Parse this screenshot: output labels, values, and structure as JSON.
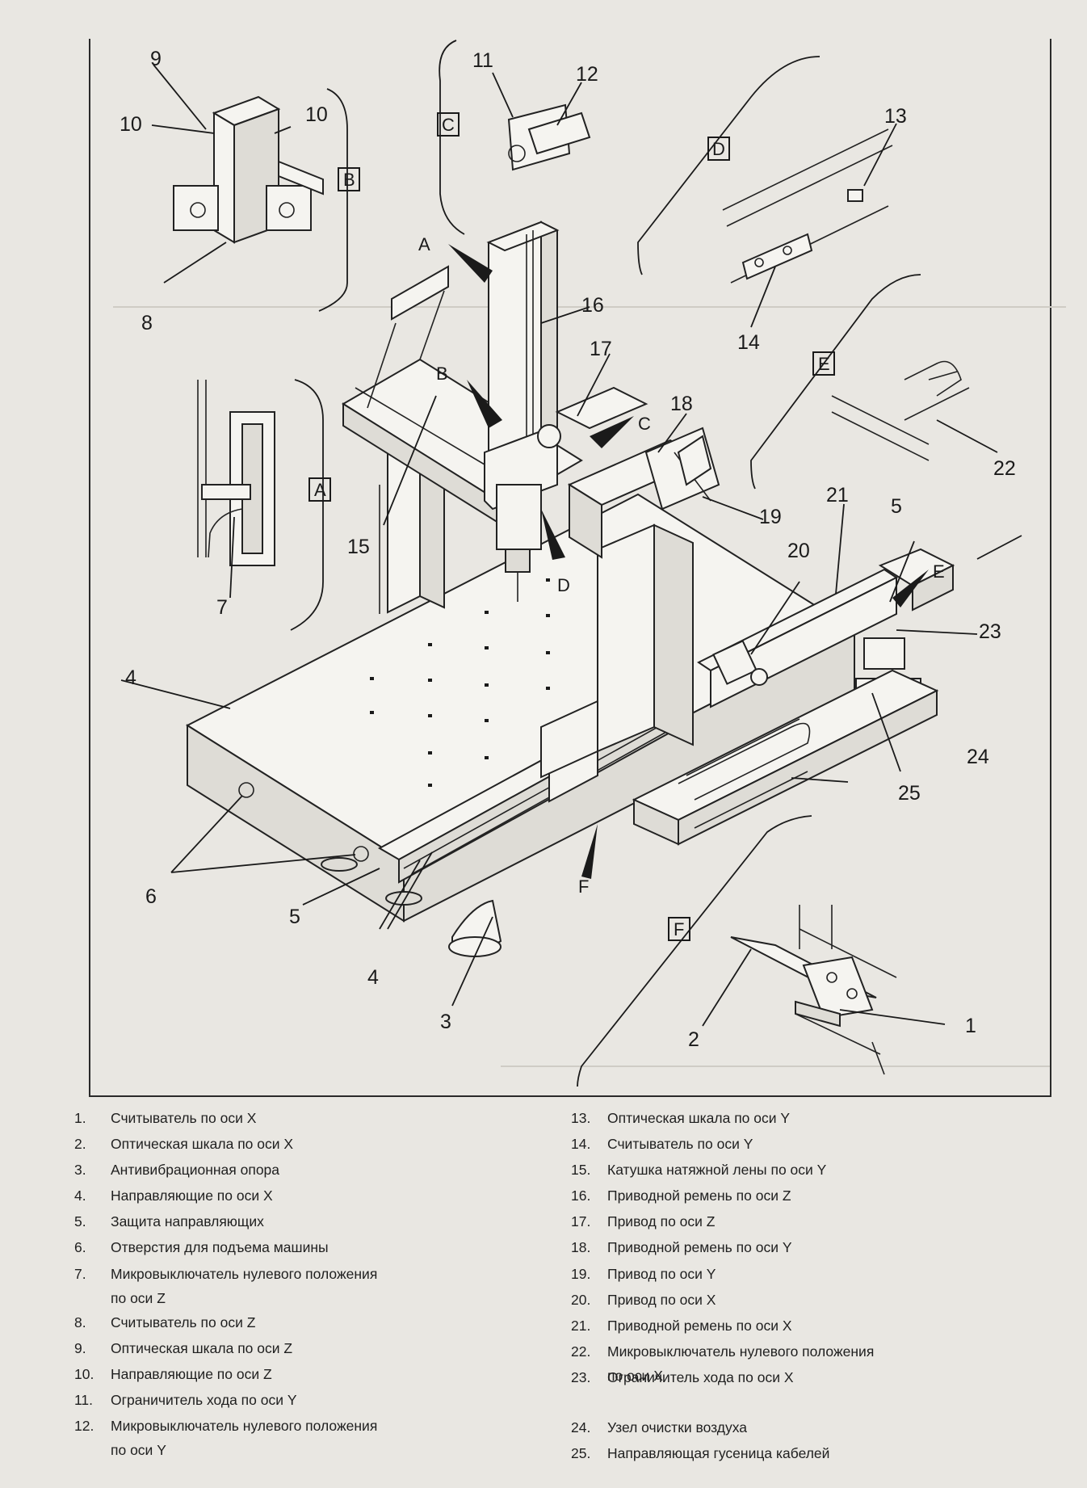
{
  "callouts": [
    "1",
    "2",
    "3",
    "4",
    "4",
    "5",
    "5",
    "6",
    "7",
    "8",
    "9",
    "10",
    "10",
    "11",
    "12",
    "13",
    "14",
    "15",
    "16",
    "17",
    "18",
    "19",
    "20",
    "21",
    "22",
    "23",
    "24",
    "25"
  ],
  "detail_boxes": [
    "A",
    "B",
    "C",
    "D",
    "E",
    "F"
  ],
  "arrow_labels": [
    "A",
    "B",
    "C",
    "D",
    "E",
    "F"
  ],
  "legend_left": [
    {
      "num": "1.",
      "text": "Считыватель по оси X"
    },
    {
      "num": "2.",
      "text": "Оптическая шкала по оси X"
    },
    {
      "num": "3.",
      "text": "Антивибрационная опора"
    },
    {
      "num": "4.",
      "text": "Направляющие по оси X"
    },
    {
      "num": "5.",
      "text": "Защита направляющих"
    },
    {
      "num": "6.",
      "text": "Отверстия для подъема машины"
    },
    {
      "num": "7.",
      "text": "Микровыключатель нулевого положения",
      "text2": "по оси Z"
    },
    {
      "num": "8.",
      "text": "Считыватель по оси Z"
    },
    {
      "num": "9.",
      "text": "Оптическая шкала по оси Z"
    },
    {
      "num": "10.",
      "text": "Направляющие по оси Z"
    },
    {
      "num": "11.",
      "text": "Ограничитель хода по оси Y"
    },
    {
      "num": "12.",
      "text": "Микровыключатель нулевого положения",
      "text2": "по оси Y"
    }
  ],
  "legend_right": [
    {
      "num": "13.",
      "text": "Оптическая шкала по оси Y"
    },
    {
      "num": "14.",
      "text": "Считыватель по оси Y"
    },
    {
      "num": "15.",
      "text": "Катушка натяжной лены по оси Y"
    },
    {
      "num": "16.",
      "text": "Приводной ремень по оси Z"
    },
    {
      "num": "17.",
      "text": "Привод по оси Z"
    },
    {
      "num": "18.",
      "text": "Приводной ремень по оси Y"
    },
    {
      "num": "19.",
      "text": "Привод по оси Y"
    },
    {
      "num": "20.",
      "text": "Привод по оси X"
    },
    {
      "num": "21.",
      "text": "Приводной ремень по оси X"
    },
    {
      "num": "22.",
      "text": "Микровыключатель нулевого положения",
      "text2": "по оси X"
    },
    {
      "num": "23.",
      "text": "Ограничитель хода по оси X"
    },
    {
      "num": "24.",
      "text": "Узел очистки воздуха"
    },
    {
      "num": "25.",
      "text": "Направляющая гусеница кабелей"
    }
  ]
}
